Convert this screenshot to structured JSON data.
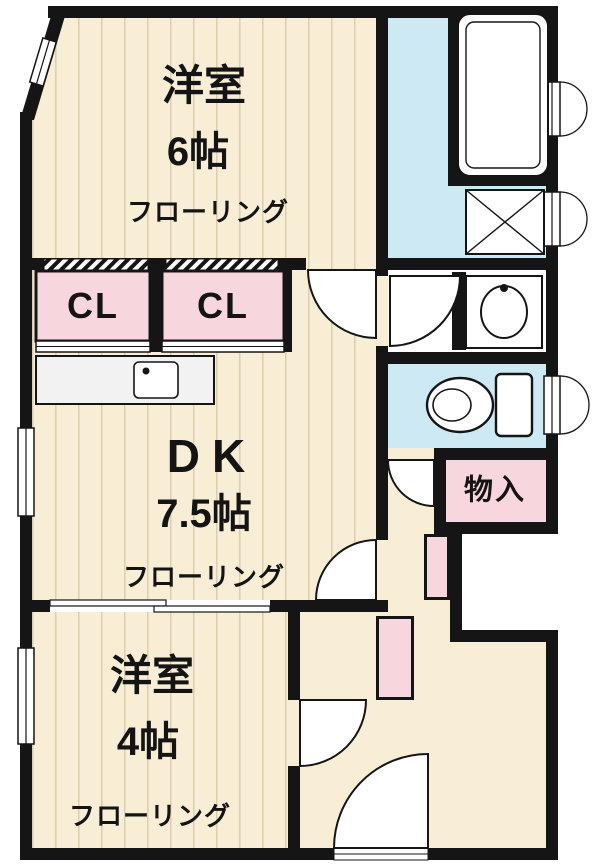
{
  "title": "apartment-floorplan",
  "rooms": {
    "western6": {
      "name": "洋室",
      "size": "6帖",
      "flooring": "フローリング"
    },
    "dk": {
      "name": "DK",
      "size": "7.5帖",
      "flooring": "フローリング"
    },
    "western4": {
      "name": "洋室",
      "size": "4帖",
      "flooring": "フローリング"
    },
    "closet_left": {
      "label": "CL"
    },
    "closet_right": {
      "label": "CL"
    },
    "storage": {
      "label": "物入"
    }
  },
  "fixtures": [
    "bathtub",
    "washing-machine-pan",
    "washbasin",
    "toilet",
    "kitchen-sink",
    "closet-folding-doors",
    "sliding-door",
    "entrance-door"
  ],
  "colors": {
    "floor": "#f8eed6",
    "stripe": "#ddcfae",
    "pink": "#f8d6de",
    "blue": "#cde9f3",
    "wall": "#151515",
    "counter": "#f2f2f2"
  }
}
